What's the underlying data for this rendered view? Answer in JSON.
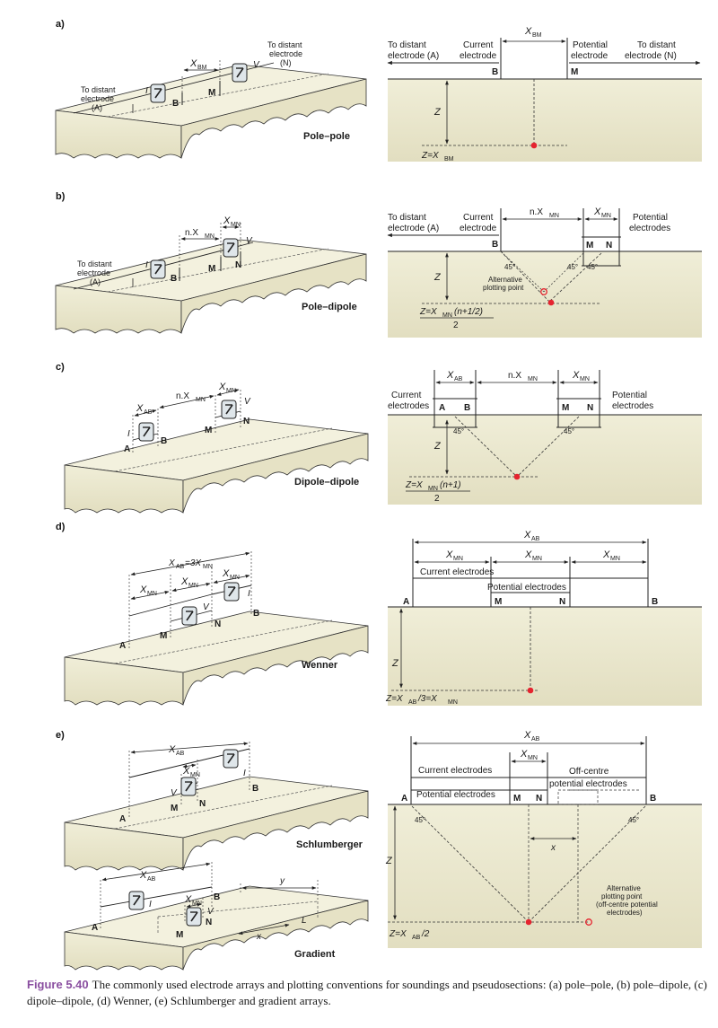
{
  "panels": {
    "a": {
      "letter": "a)",
      "title": "Pole–pole"
    },
    "b": {
      "letter": "b)",
      "title": "Pole–dipole"
    },
    "c": {
      "letter": "c)",
      "title": "Dipole–dipole"
    },
    "d": {
      "letter": "d)",
      "title": "Wenner"
    },
    "e": {
      "letter": "e)",
      "title": "Schlumberger"
    },
    "f": {
      "title": "Gradient"
    }
  },
  "labels": {
    "to_distant_electrode_A_1": "To distant",
    "to_distant_electrode_A_2": "electrode",
    "to_distant_electrode_A_3": "(A)",
    "to_distant_electrode_N_1": "To distant",
    "to_distant_electrode_N_2": "electrode",
    "to_distant_electrode_N_3": "(N)",
    "to_distant_A_inline": "To distant",
    "electrode_A_inline": "electrode (A)",
    "to_distant_N_inline": "To distant",
    "electrode_N_inline": "electrode (N)",
    "current": "Current",
    "electrode": "electrode",
    "potential": "Potential",
    "potential_electrodes": "electrodes",
    "current_electrodes": "Current electrodes",
    "potential_electrodes_full": "Potential electrodes",
    "off_centre_1": "Off-centre",
    "off_centre_2": "potential electrodes",
    "alt_plot_1": "Alternative",
    "alt_plot_2": "plotting point",
    "alt_plot_e_1": "Alternative",
    "alt_plot_e_2": "plotting point",
    "alt_plot_e_3": "(off-centre potential",
    "alt_plot_e_4": "electrodes)",
    "angle": "45°",
    "A": "A",
    "B": "B",
    "M": "M",
    "N": "N",
    "I": "I",
    "V": "V",
    "Z": "Z",
    "x": "x",
    "y": "y",
    "L": "L",
    "X": "X",
    "n": "n.X",
    "sub_BM": "BM",
    "sub_MN": "MN",
    "sub_AB": "AB",
    "xab_eq": "=3X",
    "za": "Z=X",
    "zb_1": "Z=X",
    "zb_2": "(n+1/2)",
    "zb_3": "2",
    "zc_1": "Z=X",
    "zc_2": "(n+1)",
    "zc_3": "2",
    "zd_1": "Z=X",
    "zd_2": "/3=X",
    "ze_1": "Z=X",
    "ze_2": "/2"
  },
  "caption": {
    "figure_number": "Figure 5.40",
    "text": "The commonly used electrode arrays and plotting conventions for soundings and pseudosections: (a) pole–pole, (b) pole–dipole, (c) dipole–dipole, (d) Wenner, (e) Schlumberger and gradient arrays."
  },
  "colors": {
    "ground": "#ece9cf",
    "ground_dark": "#d8d4b2",
    "point": "#e5242f",
    "line": "#222222",
    "caption_accent": "#8a4fa0"
  }
}
